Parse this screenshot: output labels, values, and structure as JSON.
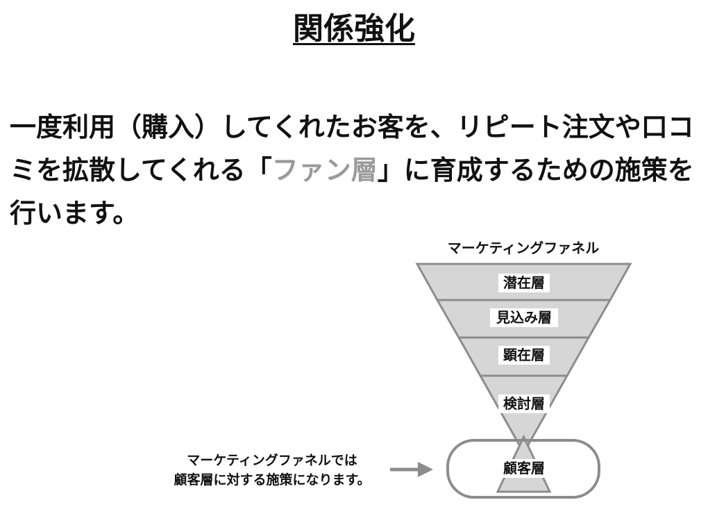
{
  "title": "関係強化",
  "body": {
    "line1": "一度利用（購入）してくれたお客を、リピート注文や口コ",
    "line2_before": "ミを拡散してくれる「",
    "line2_highlight": "ファン層",
    "line2_after": "」に育成するための施策を",
    "line3": "行います。"
  },
  "funnel": {
    "title": "マーケティングファネル",
    "layers": [
      "潜在層",
      "見込み層",
      "顕在層",
      "検討層"
    ],
    "customer_layer": "顧客層",
    "colors": {
      "fill": "#d6d6d6",
      "stroke": "#8c8c8c"
    }
  },
  "note": {
    "line1": "マーケティングファネルでは",
    "line2": "顧客層に対する施策になります。"
  }
}
